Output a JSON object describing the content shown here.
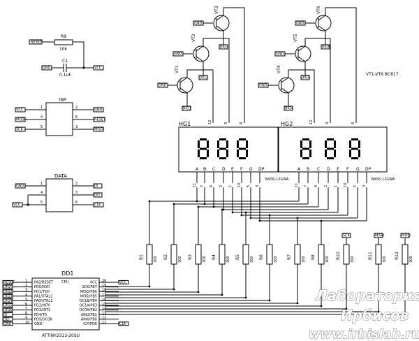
{
  "watermark": {
    "line1": "Лаборатория",
    "line2": "Ирбисов",
    "line3": "www.irbislab.ru"
  },
  "r9": {
    "ref": "R9",
    "value": "10k",
    "net_left": "RESET",
    "net_right": "VCC"
  },
  "c1": {
    "ref": "C1",
    "value": "0.1uF",
    "net_left": "GND"
  },
  "isp": {
    "title": "ISP",
    "left_pins": [
      {
        "num": "1",
        "net": "VCC"
      },
      {
        "num": "4",
        "net": "MOSI"
      },
      {
        "num": "5",
        "net": "SCK"
      }
    ],
    "right_pins": [
      {
        "num": "2",
        "net": "GND"
      },
      {
        "num": "6",
        "net": "RESET"
      },
      {
        "num": "3",
        "net": "MISO"
      }
    ]
  },
  "data_conn": {
    "title": "DATA",
    "left_pins": [
      {
        "num": "1",
        "net": "GND"
      },
      {
        "num": "4"
      },
      {
        "num": "5"
      }
    ],
    "left_net_vcc": "VCC",
    "right_pins": [
      {
        "num": "2",
        "net": "DI"
      },
      {
        "num": "3",
        "net": "DO"
      },
      {
        "num": "6",
        "net": "CLK"
      }
    ]
  },
  "transistors": [
    {
      "ref": "VT1",
      "net_base": "GND",
      "net_emitter": "DIG1",
      "pin": "12"
    },
    {
      "ref": "VT2",
      "net_base": "GND",
      "net_emitter": "DIG2",
      "pin": "9"
    },
    {
      "ref": "VT3",
      "net_base": "GND",
      "net_emitter": "DIG3",
      "pin": "8"
    },
    {
      "ref": "VT4",
      "net_base": "GND",
      "net_emitter": "DIG4",
      "pin": "12"
    },
    {
      "ref": "VT5",
      "net_base": "GND",
      "net_emitter": "DIG5",
      "pin": "9"
    },
    {
      "ref": "VT6",
      "net_base": "GND",
      "net_emitter": "DIG6",
      "pin": "8"
    }
  ],
  "vt_note": "VT1-VT6 BC817",
  "displays": [
    {
      "ref": "HG1",
      "part": "BA56-12GWA"
    },
    {
      "ref": "HG2",
      "part": "BA56-12GWA"
    }
  ],
  "segment_labels": [
    "A",
    "B",
    "C",
    "D",
    "E",
    "F",
    "G",
    "DP"
  ],
  "segment_pins": [
    "11",
    "7",
    "4",
    "2",
    "1",
    "10",
    "5",
    "3"
  ],
  "resistors": [
    {
      "ref": "R1",
      "value": "300"
    },
    {
      "ref": "R2",
      "value": "300"
    },
    {
      "ref": "R3",
      "value": "300"
    },
    {
      "ref": "R4",
      "value": "300"
    },
    {
      "ref": "R5",
      "value": "300"
    },
    {
      "ref": "R6",
      "value": "300"
    },
    {
      "ref": "R7",
      "value": "300"
    },
    {
      "ref": "R8",
      "value": "300"
    },
    {
      "ref": "R10",
      "value": "300",
      "net": "SCK"
    },
    {
      "ref": "R11",
      "value": "300",
      "net": "MISO"
    },
    {
      "ref": "R12",
      "value": "300",
      "net": "MOSI"
    }
  ],
  "mcu": {
    "ref": "DD1",
    "label": "CPU",
    "part": "ATTINY2313-20SU",
    "left_pins": [
      {
        "num": "1",
        "name": "PA2/RESET",
        "net": "RESET"
      },
      {
        "num": "2",
        "name": "PD0/RXD",
        "net": "DIG1"
      },
      {
        "num": "3",
        "name": "PD1/TXD",
        "net": "DIG2"
      },
      {
        "num": "4",
        "name": "PA1/XTAL2",
        "net": "DIG3"
      },
      {
        "num": "5",
        "name": "PA0/XTAL1",
        "net": "DIG4"
      },
      {
        "num": "6",
        "name": "PD2/INT0",
        "net": "DIG5"
      },
      {
        "num": "7",
        "name": "PD3/INT1",
        "net": "DIG6"
      },
      {
        "num": "8",
        "name": "PD4/T0",
        "net": "DI"
      },
      {
        "num": "9",
        "name": "PD5/OC0B",
        "net": "DO"
      },
      {
        "num": "10",
        "name": "GND",
        "net": "GND"
      }
    ],
    "right_pins": [
      {
        "num": "20",
        "name": "VCC",
        "net": "VCC"
      },
      {
        "num": "19",
        "name": "SCK/PB7"
      },
      {
        "num": "18",
        "name": "MISO/PB6"
      },
      {
        "num": "17",
        "name": "MOSI/PB5"
      },
      {
        "num": "16",
        "name": "OC1B/PB4"
      },
      {
        "num": "15",
        "name": "OC1A/PB3"
      },
      {
        "num": "14",
        "name": "OC0A/PB2"
      },
      {
        "num": "13",
        "name": "AIN1/PB1"
      },
      {
        "num": "12",
        "name": "AIN0/PB0"
      },
      {
        "num": "11",
        "name": "ICP/PD6",
        "net": "CLK"
      }
    ]
  }
}
